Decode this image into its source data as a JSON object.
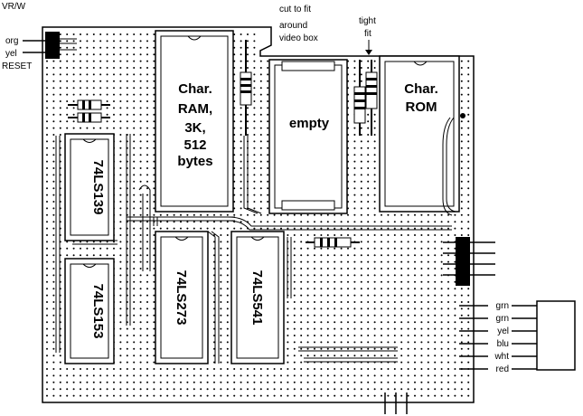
{
  "top_left_labels": {
    "vr_w": "VR/W",
    "org": "org",
    "yel": "yel",
    "reset": "RESET"
  },
  "notes": {
    "cut_to_fit": [
      "cut to fit",
      "around",
      "video box"
    ],
    "tight_fit": [
      "tight",
      "fit"
    ]
  },
  "chips": {
    "char_ram": [
      "Char.",
      "RAM,",
      "3K,",
      "512",
      "bytes"
    ],
    "empty": "empty",
    "char_rom": [
      "Char.",
      "ROM"
    ],
    "ls139": "74LS139",
    "ls153": "74LS153",
    "ls273": "74LS273",
    "ls541": "74LS541"
  },
  "wire_labels": [
    "grn",
    "grn",
    "yel",
    "blu",
    "wht",
    "red"
  ],
  "colors": {
    "ink": "#000000",
    "board": "#ffffff",
    "pad": "#000000"
  }
}
